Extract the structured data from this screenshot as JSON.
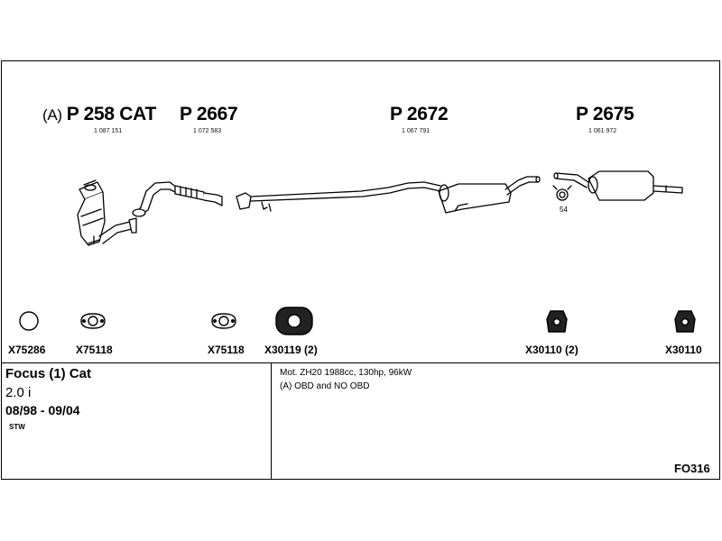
{
  "parts": [
    {
      "prefix": "(A)",
      "label": "P 258 CAT",
      "number": "1 087 151"
    },
    {
      "label": "P 2667",
      "number": "1 072 583"
    },
    {
      "label": "P 2672",
      "number": "1 067 791"
    },
    {
      "label": "P 2675",
      "number": "1 061 972"
    }
  ],
  "clamp_qty": "54",
  "accessories": [
    {
      "code": "X75286",
      "icon": "ring-gasket-icon"
    },
    {
      "code": "X75118",
      "icon": "flange-gasket-icon"
    },
    {
      "code": "X75118",
      "icon": "flange-gasket-icon"
    },
    {
      "code": "X30119 (2)",
      "icon": "rubber-mount-icon"
    },
    {
      "code": "X30110 (2)",
      "icon": "rubber-hanger-icon"
    },
    {
      "code": "X30110",
      "icon": "rubber-hanger-icon"
    }
  ],
  "vehicle": {
    "model": "Focus (1) Cat",
    "engine": "2.0 i",
    "years": "08/98 - 09/04",
    "body": "STW"
  },
  "notes": {
    "line1": "Mot. ZH20 1988cc, 130hp, 96kW",
    "line2": "(A) OBD and NO OBD"
  },
  "code": "FO316"
}
